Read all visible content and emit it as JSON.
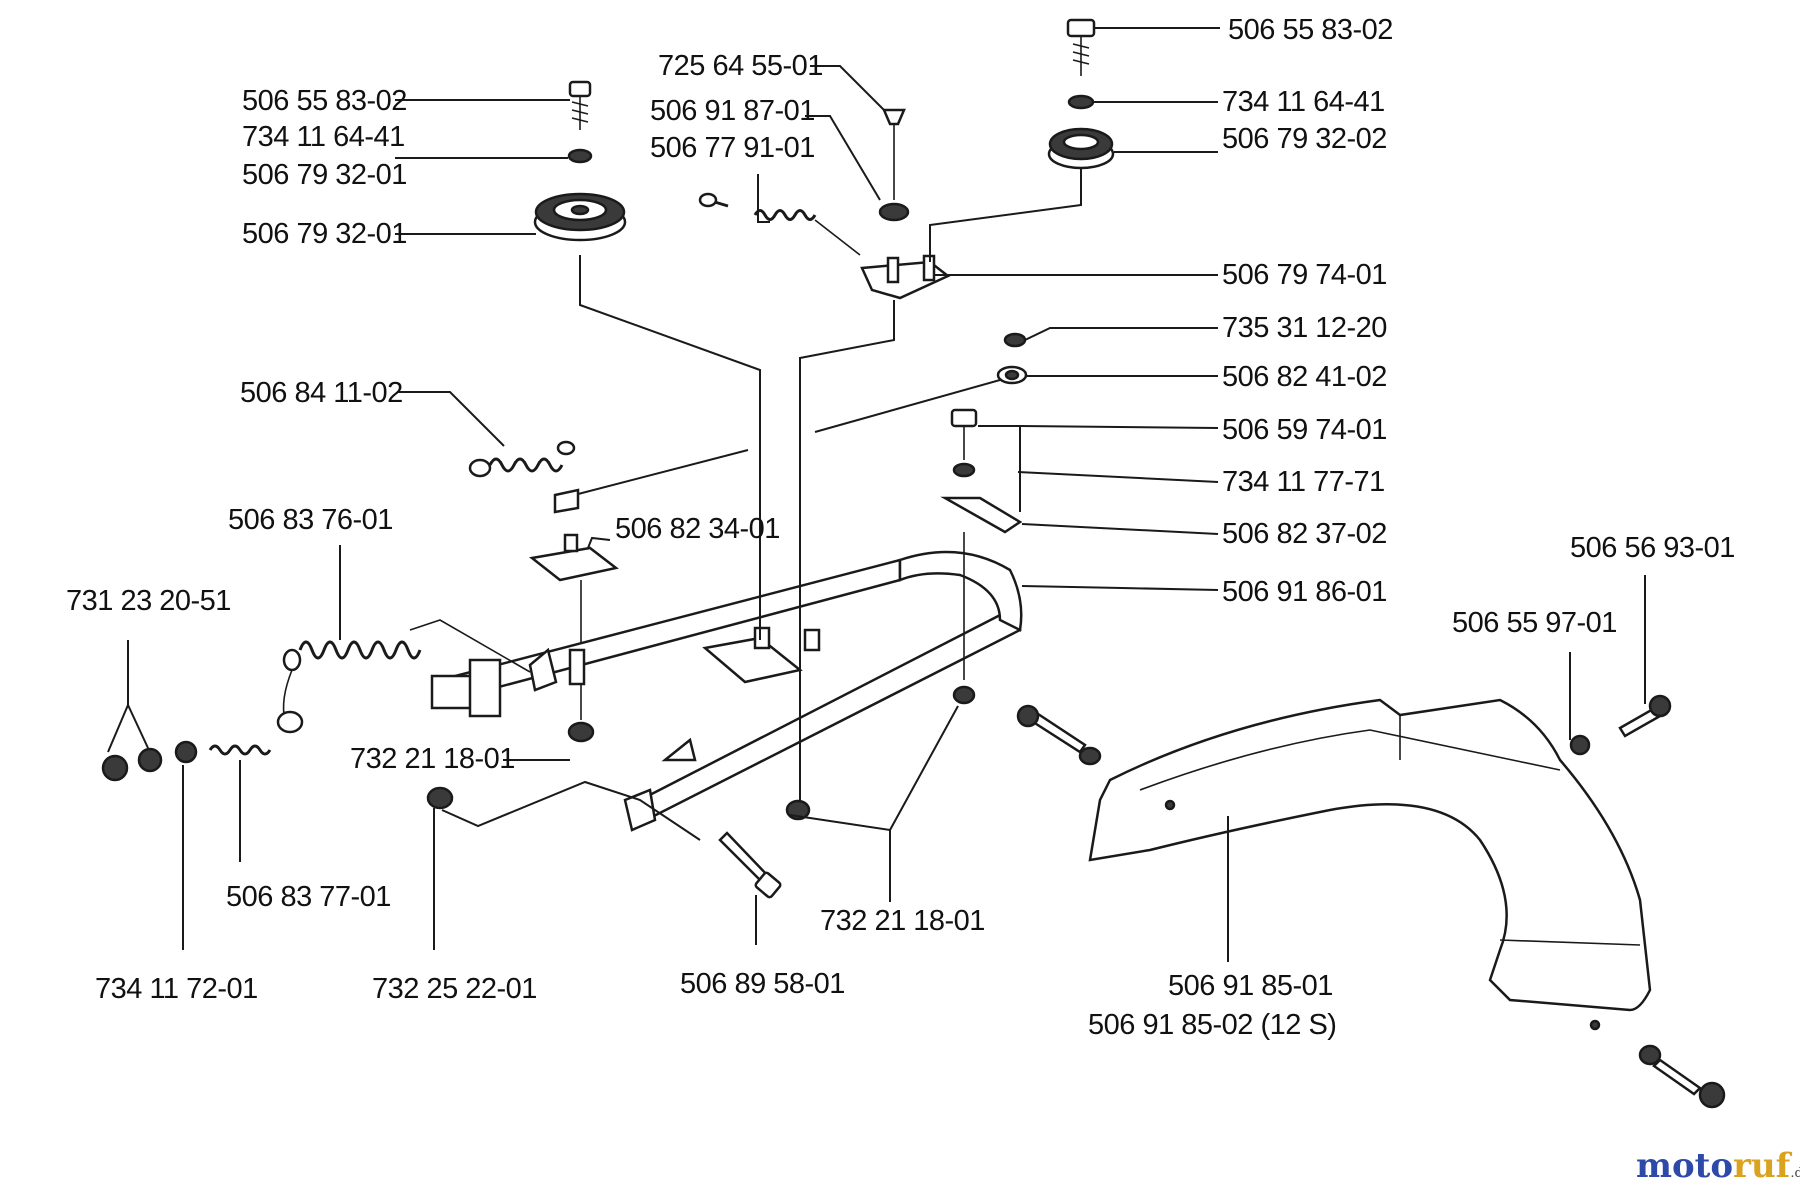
{
  "diagram": {
    "parts": [
      {
        "id": "p1",
        "number": "506 55 83-02"
      },
      {
        "id": "p2",
        "number": "734 11 64-41"
      },
      {
        "id": "p3",
        "number": "506 79 32-01"
      },
      {
        "id": "p4",
        "number": "506 79 32-01"
      },
      {
        "id": "p5",
        "number": "725 64 55-01"
      },
      {
        "id": "p6",
        "number": "506 91 87-01"
      },
      {
        "id": "p7",
        "number": "506 77 91-01"
      },
      {
        "id": "p8",
        "number": "506 55 83-02"
      },
      {
        "id": "p9",
        "number": "734 11 64-41"
      },
      {
        "id": "p10",
        "number": "506 79 32-02"
      },
      {
        "id": "p11",
        "number": "506 79 74-01"
      },
      {
        "id": "p12",
        "number": "735 31 12-20"
      },
      {
        "id": "p13",
        "number": "506 82 41-02"
      },
      {
        "id": "p14",
        "number": "506 59 74-01"
      },
      {
        "id": "p15",
        "number": "734 11 77-71"
      },
      {
        "id": "p16",
        "number": "506 82 37-02"
      },
      {
        "id": "p17",
        "number": "506 91 86-01"
      },
      {
        "id": "p18",
        "number": "506 84 11-02"
      },
      {
        "id": "p19",
        "number": "506 82 34-01"
      },
      {
        "id": "p20",
        "number": "506 83 76-01"
      },
      {
        "id": "p21",
        "number": "731 23 20-51"
      },
      {
        "id": "p22",
        "number": "732 21 18-01"
      },
      {
        "id": "p23",
        "number": "506 83 77-01"
      },
      {
        "id": "p24",
        "number": "734 11 72-01"
      },
      {
        "id": "p25",
        "number": "732 25 22-01"
      },
      {
        "id": "p26",
        "number": "506 89 58-01"
      },
      {
        "id": "p27",
        "number": "732 21 18-01"
      },
      {
        "id": "p28",
        "number": "506 56 93-01"
      },
      {
        "id": "p29",
        "number": "506 55 97-01"
      },
      {
        "id": "p30",
        "number": "506 91 85-01"
      },
      {
        "id": "p31",
        "number": "506 91 85-02 (12 S)"
      }
    ]
  },
  "watermark": {
    "brand_a": "moto",
    "brand_b": "ruf",
    "suffix": ".de",
    "colors": {
      "moto": "#2e4aa8",
      "ruf": "#d9a21f",
      "suffix": "#444444"
    }
  }
}
